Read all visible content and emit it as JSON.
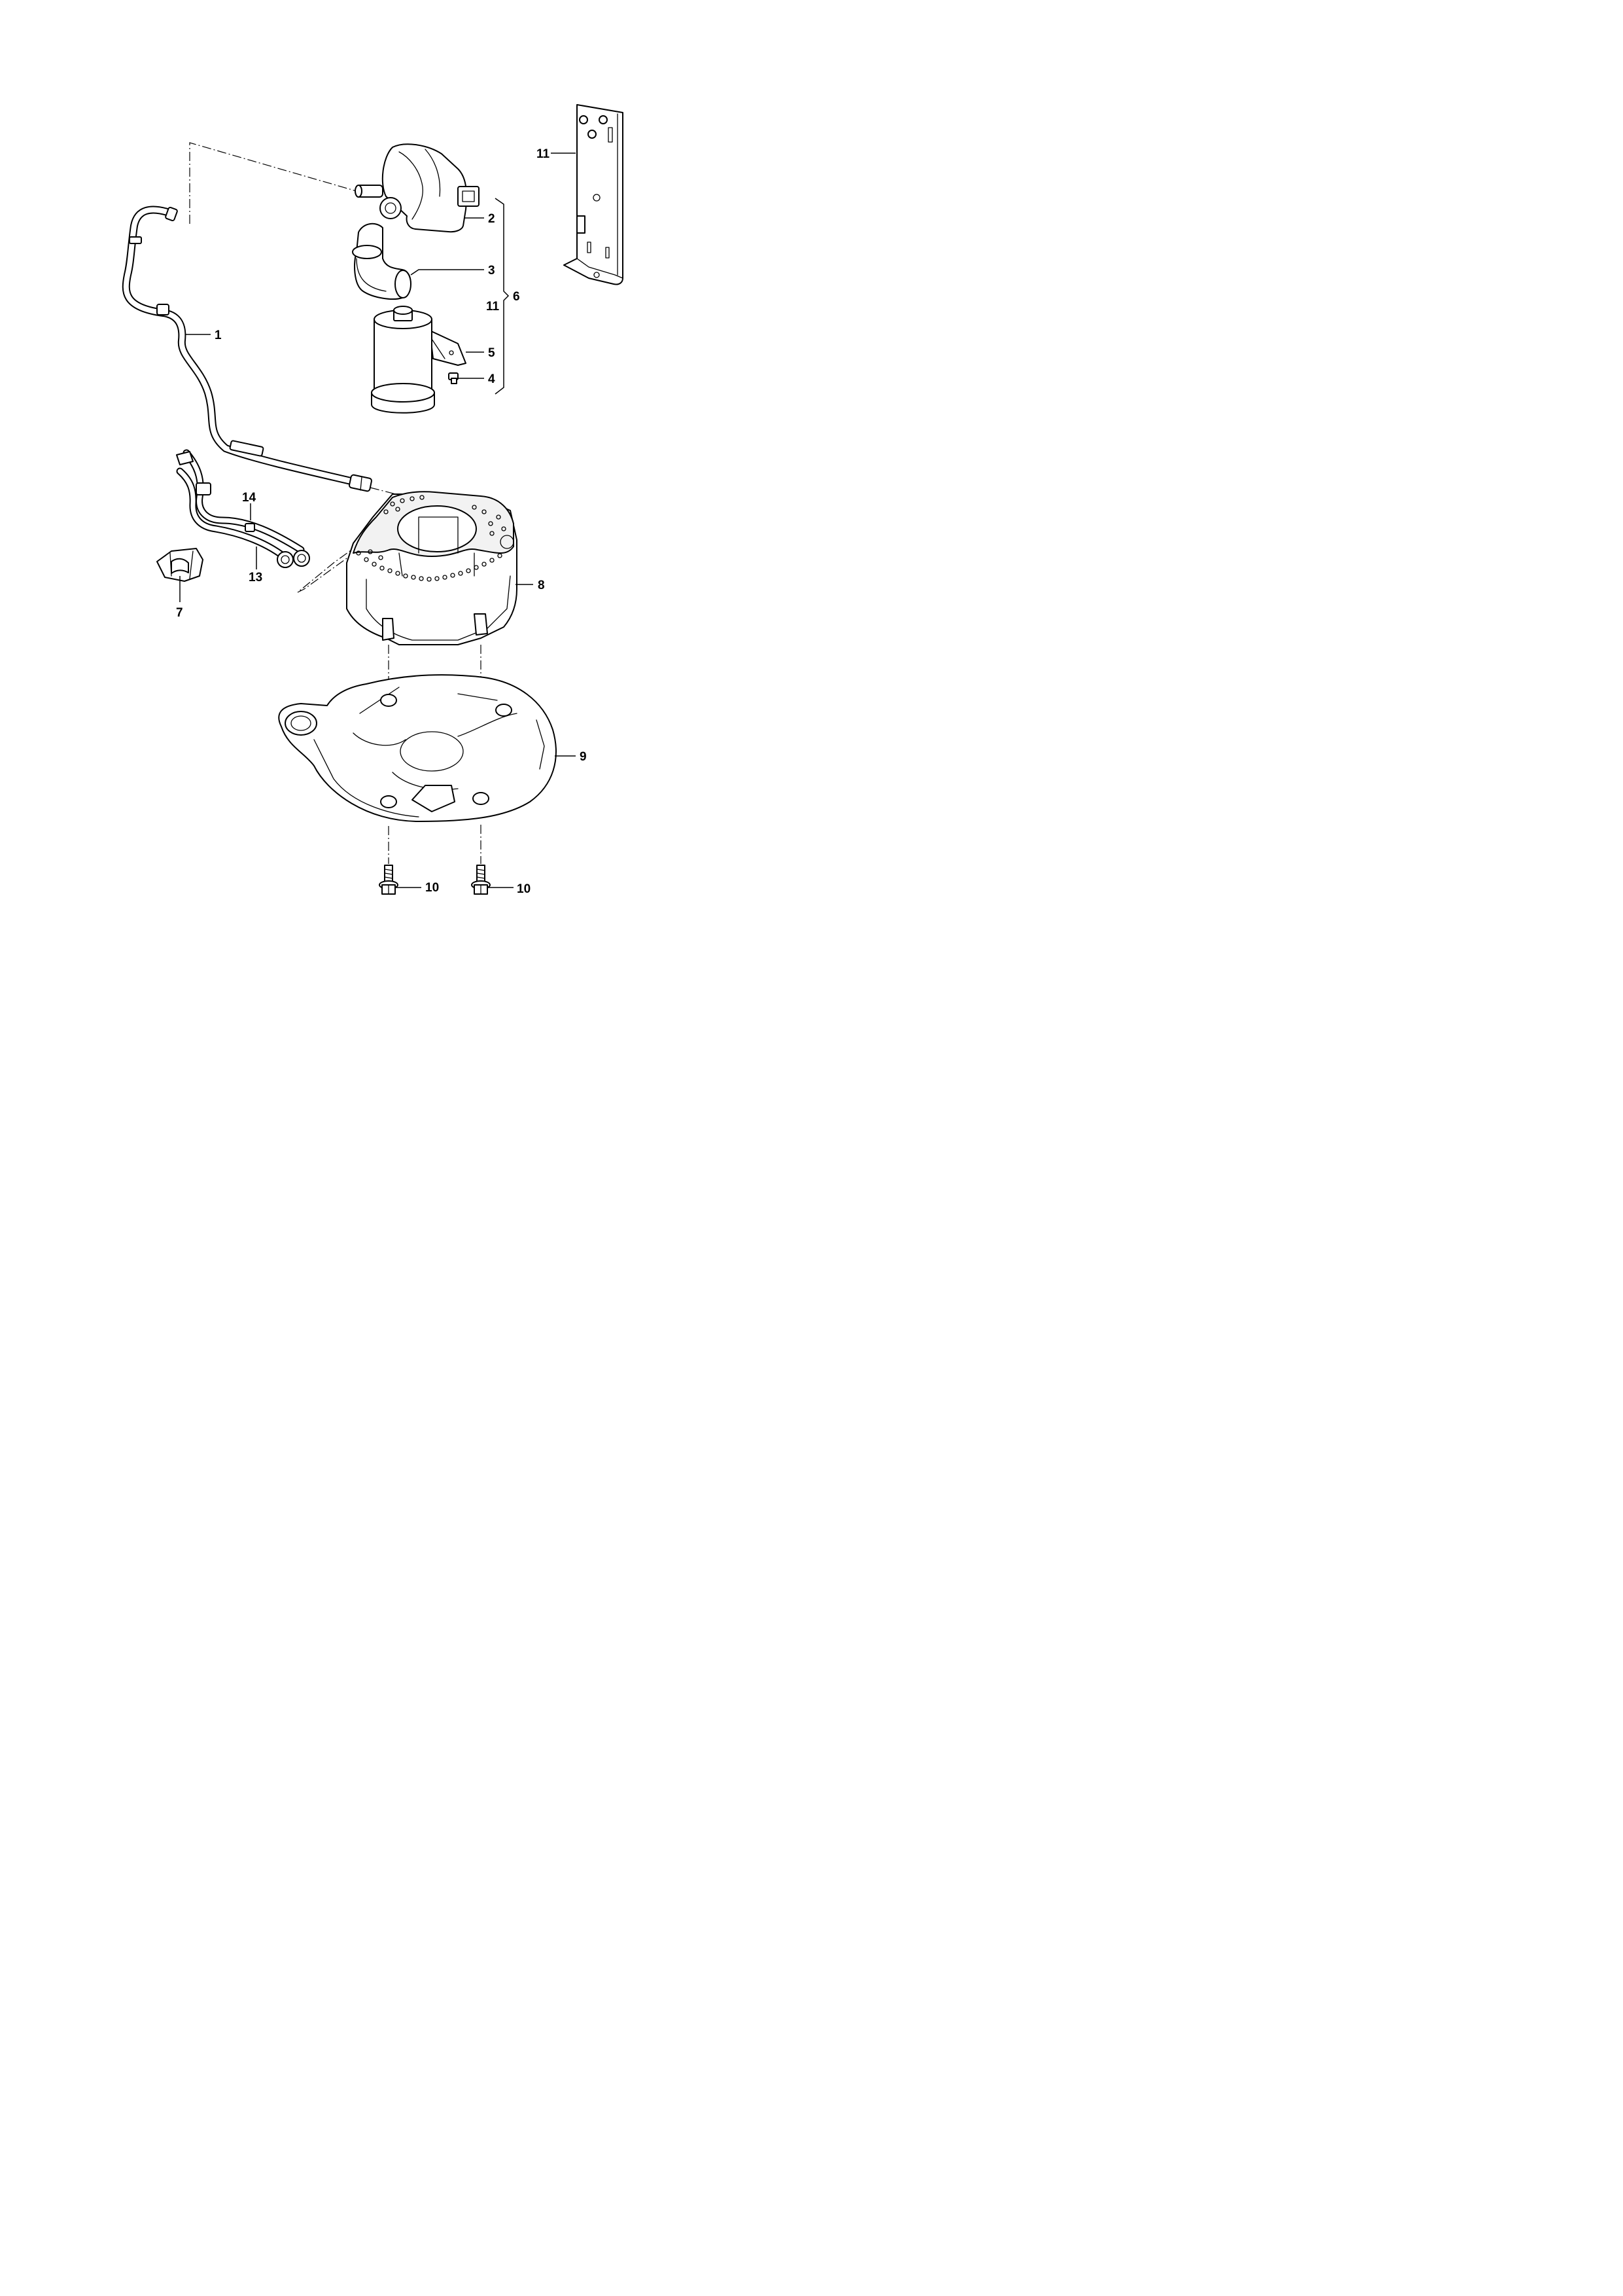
{
  "callouts": {
    "c1": "1",
    "c2": "2",
    "c3": "3",
    "c4": "4",
    "c5": "5",
    "c6": "6",
    "c7": "7",
    "c8": "8",
    "c9": "9",
    "c10a": "10",
    "c10b": "10",
    "c11_bracket": "11",
    "c11_group": "11",
    "c13": "13",
    "c14": "14"
  }
}
